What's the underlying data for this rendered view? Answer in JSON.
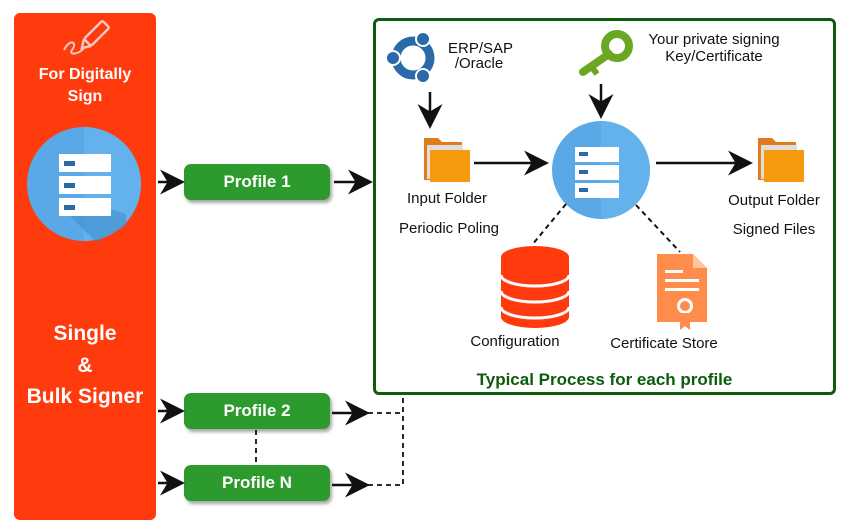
{
  "left_panel": {
    "header_line1": "For Digitally",
    "header_line2": "Sign",
    "title_line1": "Single",
    "title_line2": "&",
    "title_line3": "Bulk Signer",
    "color": "#ff3a0c"
  },
  "profiles": [
    {
      "label": "Profile 1"
    },
    {
      "label": "Profile 2"
    },
    {
      "label": "Profile N"
    }
  ],
  "process_box": {
    "caption": "Typical Process for each profile",
    "erp_line1": "ERP/SAP",
    "erp_line2": "/Oracle",
    "key_line1": "Your private signing",
    "key_line2": "Key/Certificate",
    "input_folder": "Input Folder",
    "periodic": "Periodic Poling",
    "output_folder": "Output Folder",
    "signed_files": "Signed Files",
    "configuration": "Configuration",
    "certificate_store": "Certificate Store",
    "border_color": "#0c5c0c"
  },
  "colors": {
    "profile_green": "#2c9a2c",
    "server_blue": "#5aa9e6",
    "key_green": "#6aa823",
    "folder_orange": "#f59a0c",
    "db_red": "#ff3a0c",
    "cert_orange": "#ff8c4a",
    "ubuntu_blue": "#2a6aa8"
  }
}
